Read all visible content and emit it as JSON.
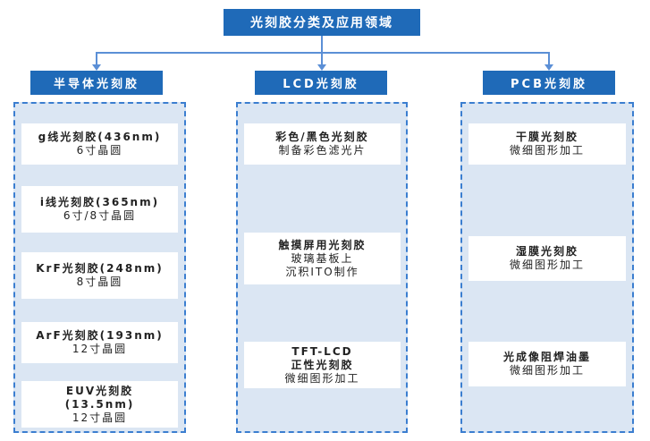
{
  "title": "光刻胶分类及应用领域",
  "categories": [
    {
      "label": "半导体光刻胶",
      "items": [
        {
          "name": "g线光刻胶(436nm)",
          "sub": "6寸晶圆"
        },
        {
          "name": "i线光刻胶(365nm)",
          "sub": "6寸/8寸晶圆"
        },
        {
          "name": "KrF光刻胶(248nm)",
          "sub": "8寸晶圆"
        },
        {
          "name": "ArF光刻胶(193nm)",
          "sub": "12寸晶圆"
        },
        {
          "name": "EUV光刻胶",
          "name2": "(13.5nm)",
          "sub": "12寸晶圆"
        }
      ]
    },
    {
      "label": "LCD光刻胶",
      "items": [
        {
          "name": "彩色/黑色光刻胶",
          "sub": "制备彩色滤光片"
        },
        {
          "name": "触摸屏用光刻胶",
          "sub": "玻璃基板上",
          "sub2": "沉积ITO制作"
        },
        {
          "name": "TFT-LCD",
          "name2": "正性光刻胶",
          "sub": "微细图形加工"
        }
      ]
    },
    {
      "label": "PCB光刻胶",
      "items": [
        {
          "name": "干膜光刻胶",
          "sub": "微细图形加工"
        },
        {
          "name": "湿膜光刻胶",
          "sub": "微细图形加工"
        },
        {
          "name": "光成像阻焊油墨",
          "sub": "微细图形加工"
        }
      ]
    }
  ]
}
